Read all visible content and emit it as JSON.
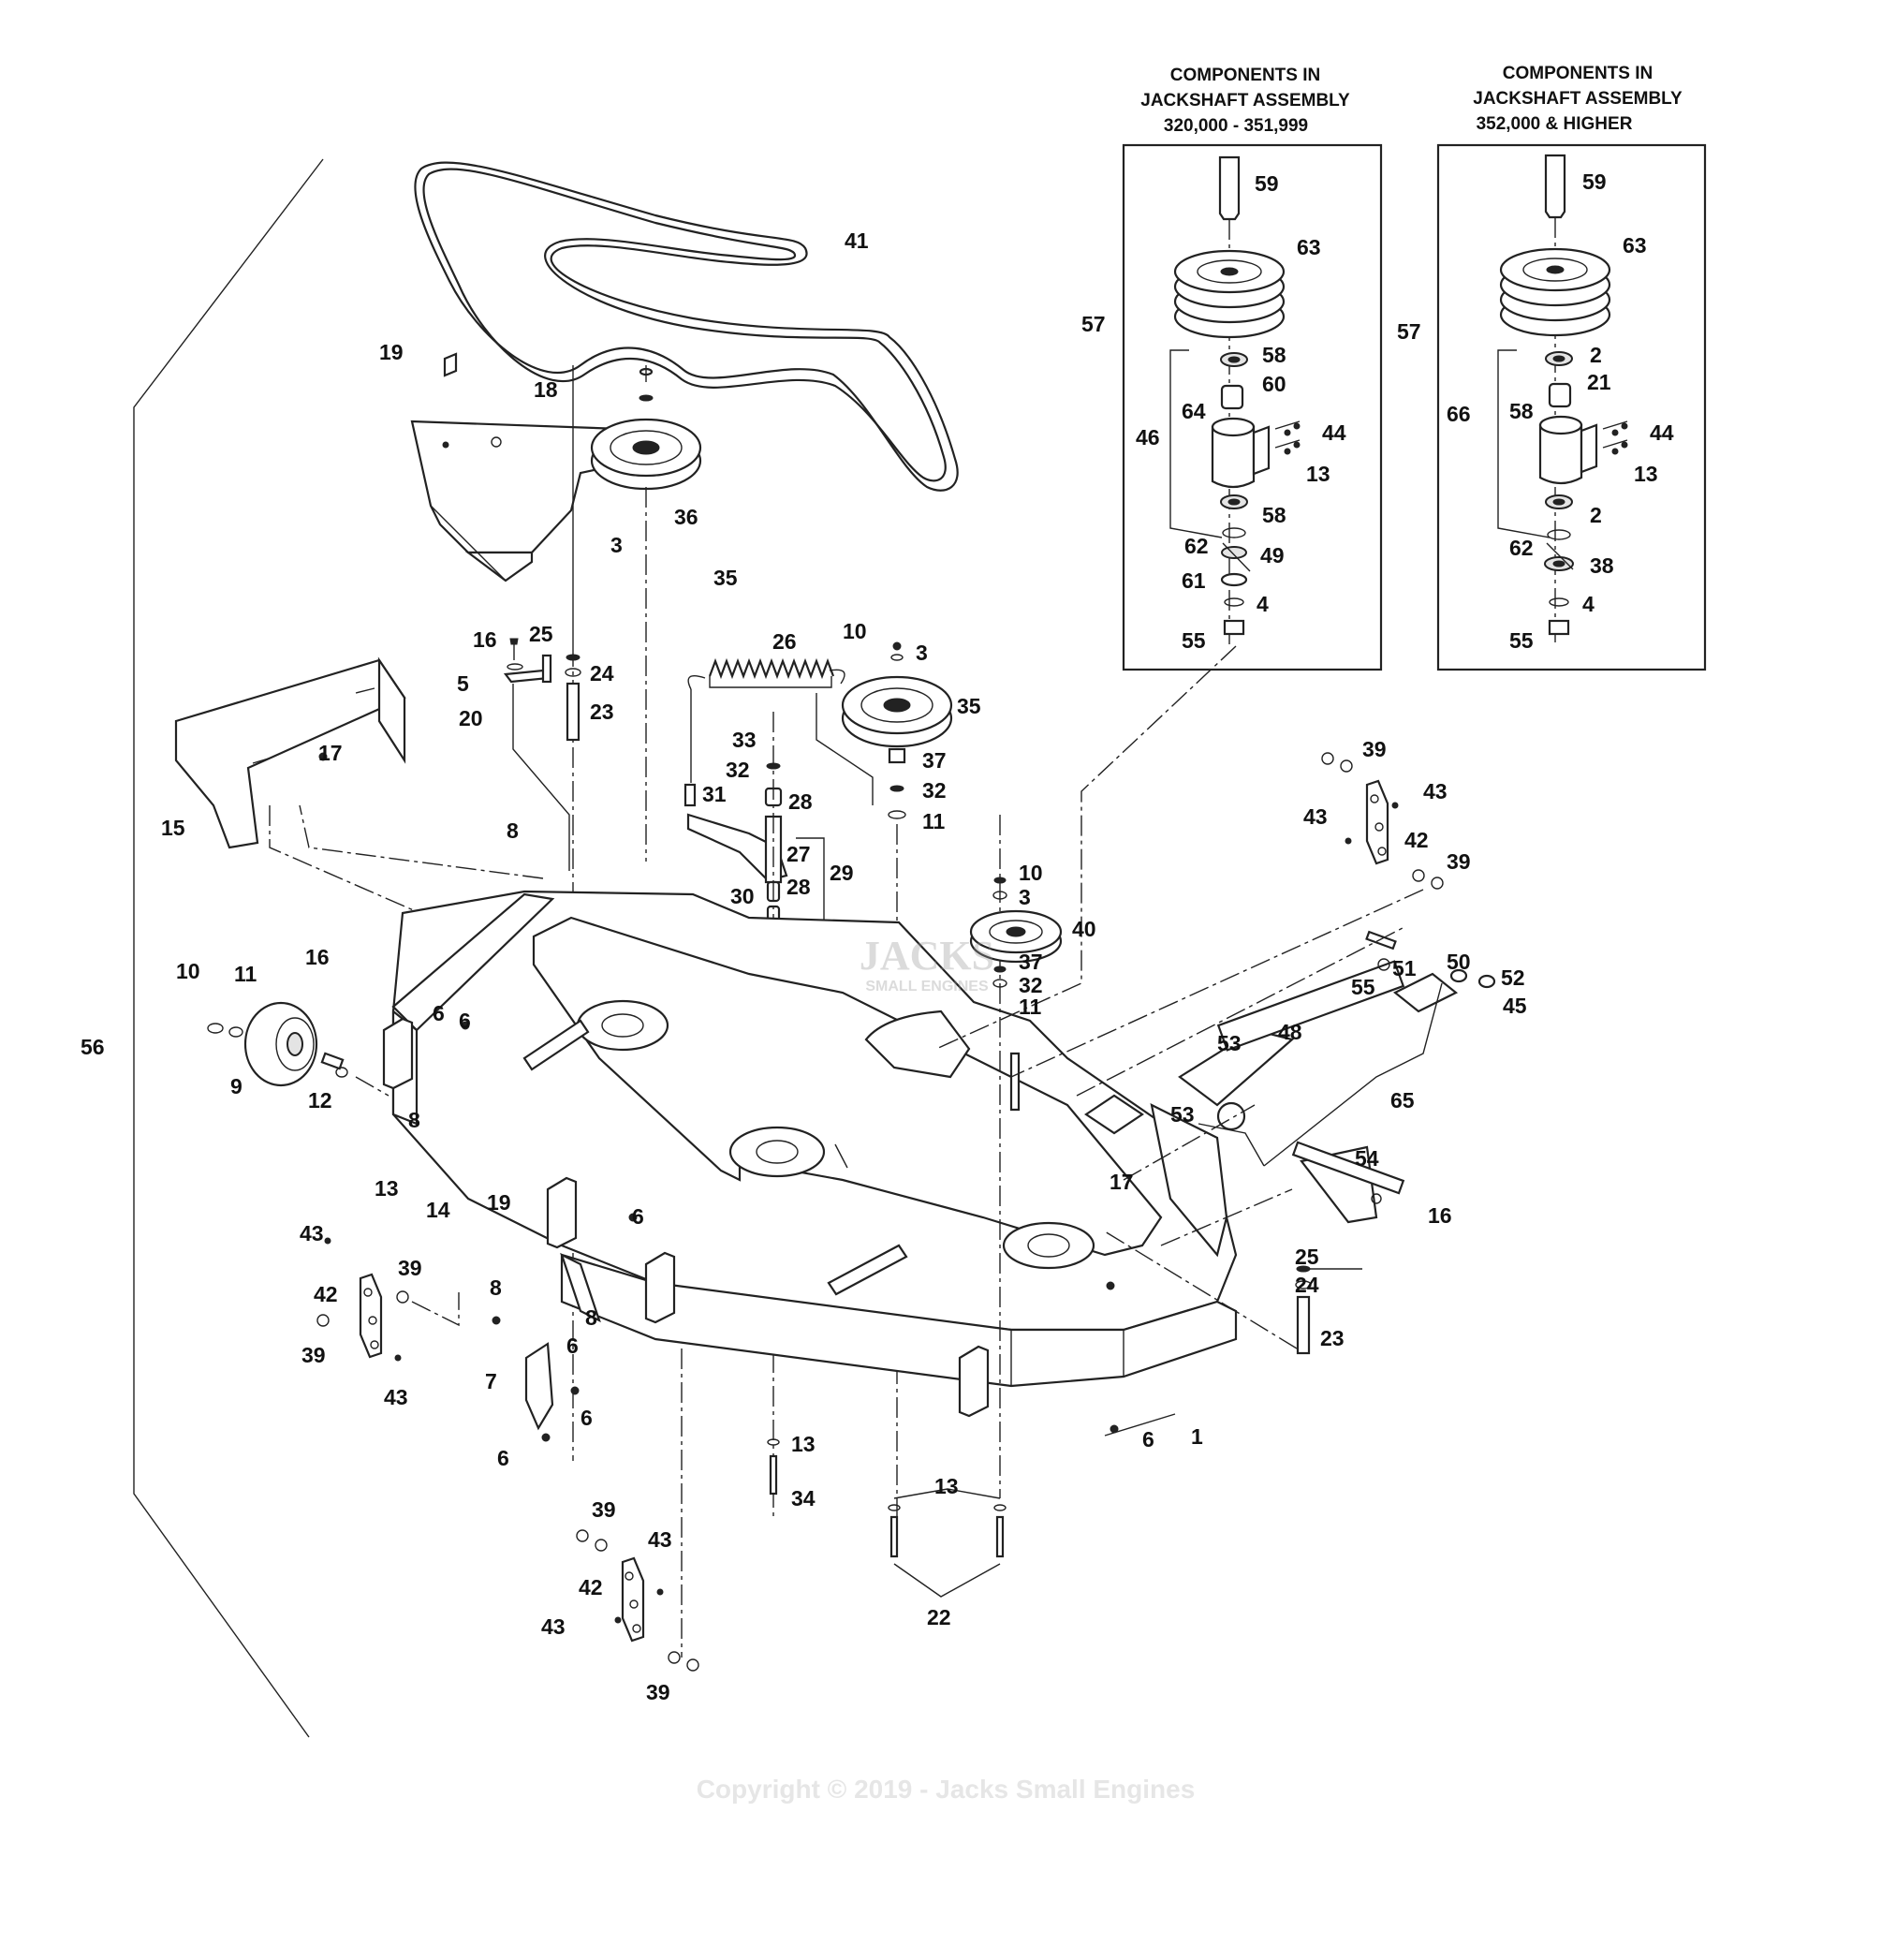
{
  "box_left": {
    "title_lines": [
      "COMPONENTS IN",
      "JACKSHAFT ASSEMBLY",
      "320,000 - 351,999"
    ]
  },
  "box_right": {
    "title_lines": [
      "COMPONENTS IN",
      "JACKSHAFT ASSEMBLY",
      "352,000 & HIGHER"
    ]
  },
  "labels": {
    "l1": "1",
    "l2a": "2",
    "l2b": "2",
    "l3a": "3",
    "l3b": "3",
    "l3c": "3",
    "l4a": "4",
    "l4b": "4",
    "l5": "5",
    "l6a": "6",
    "l6b": "6",
    "l6c": "6",
    "l6d": "6",
    "l6e": "6",
    "l6f": "6",
    "l6g": "6",
    "l7": "7",
    "l8a": "8",
    "l8b": "8",
    "l8c": "8",
    "l8d": "8",
    "l9": "9",
    "l10a": "10",
    "l10b": "10",
    "l10c": "10",
    "l11a": "11",
    "l11b": "11",
    "l11c": "11",
    "l12": "12",
    "l13a": "13",
    "l13b": "13",
    "l13c": "13",
    "l13d": "13",
    "l13e": "13",
    "l14": "14",
    "l15": "15",
    "l16a": "16",
    "l16b": "16",
    "l16c": "16",
    "l17a": "17",
    "l17b": "17",
    "l18": "18",
    "l19a": "19",
    "l19b": "19",
    "l20": "20",
    "l21": "21",
    "l22": "22",
    "l23a": "23",
    "l23b": "23",
    "l24a": "24",
    "l24b": "24",
    "l25a": "25",
    "l25b": "25",
    "l26": "26",
    "l27": "27",
    "l28a": "28",
    "l28b": "28",
    "l29": "29",
    "l30": "30",
    "l31": "31",
    "l32a": "32",
    "l32b": "32",
    "l32c": "32",
    "l33": "33",
    "l34": "34",
    "l35a": "35",
    "l35b": "35",
    "l36": "36",
    "l37a": "37",
    "l37b": "37",
    "l38": "38",
    "l39a": "39",
    "l39b": "39",
    "l39c": "39",
    "l39d": "39",
    "l39e": "39",
    "l39f": "39",
    "l40": "40",
    "l41": "41",
    "l42a": "42",
    "l42b": "42",
    "l42c": "42",
    "l43a": "43",
    "l43b": "43",
    "l43c": "43",
    "l43d": "43",
    "l43e": "43",
    "l43f": "43",
    "l44a": "44",
    "l44b": "44",
    "l45": "45",
    "l46": "46",
    "l48": "48",
    "l49": "49",
    "l50": "50",
    "l51": "51",
    "l52": "52",
    "l53a": "53",
    "l53b": "53",
    "l54": "54",
    "l55a": "55",
    "l55b": "55",
    "l55c": "55",
    "l56": "56",
    "l57a": "57",
    "l57b": "57",
    "l58a": "58",
    "l58b": "58",
    "l58c": "58",
    "l59a": "59",
    "l59b": "59",
    "l60": "60",
    "l61": "61",
    "l62a": "62",
    "l62b": "62",
    "l63a": "63",
    "l63b": "63",
    "l64": "64",
    "l65": "65",
    "l66": "66"
  },
  "watermark": {
    "logo_line1": "JACKS",
    "logo_line2": "SMALL ENGINES",
    "copyright": "Copyright © 2019 - Jacks Small Engines"
  }
}
